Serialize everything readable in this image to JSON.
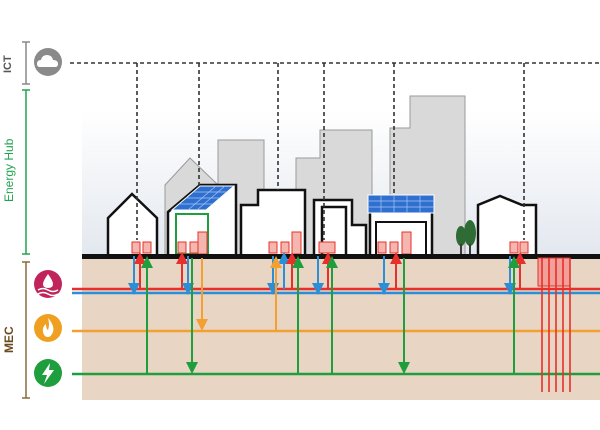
{
  "labels": {
    "ict": "ICT",
    "energy_hub": "Energy Hub",
    "mec": "MEC"
  },
  "icons": {
    "ict": "cloud-icon",
    "heat": "heat-water-icon",
    "gas": "flame-icon",
    "electricity": "lightning-icon"
  },
  "colors": {
    "ict_line": "#333333",
    "heat_red": "#e8302a",
    "heat_blue": "#2a8fd8",
    "gas": "#f4a030",
    "electricity": "#1e9e3c",
    "energy_hub_bracket": "#22a352",
    "mec_bracket": "#8b6a3a",
    "ground": "#e8d5c4",
    "sky": "#e9edf3",
    "heat_icon": "#c0245a",
    "gas_icon": "#f0a020",
    "elec_icon": "#1e9e3c"
  }
}
